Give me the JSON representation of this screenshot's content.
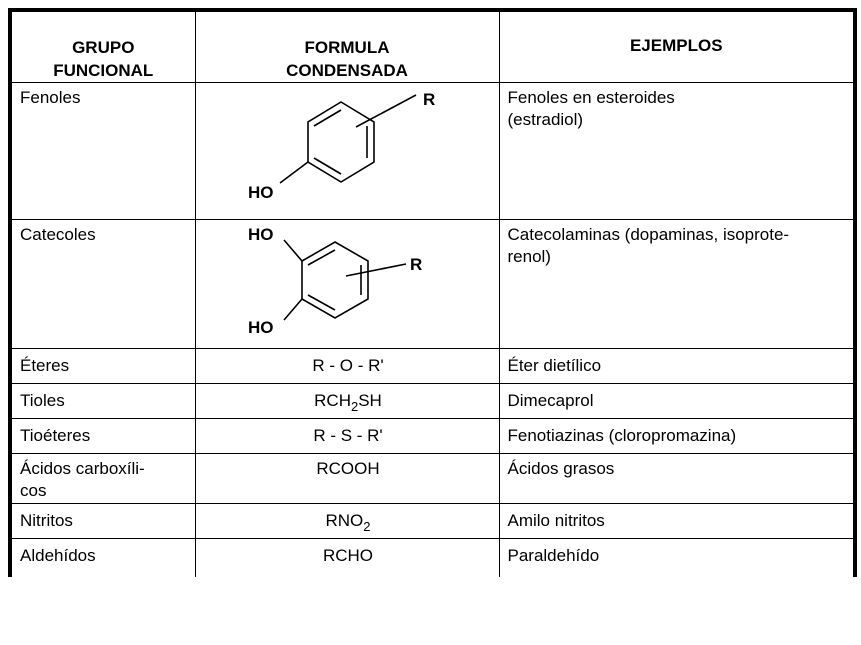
{
  "headers": {
    "col1": [
      "GRUPO",
      "FUNCIONAL"
    ],
    "col2": [
      "FORMULA",
      "CONDENSADA"
    ],
    "col3": "EJEMPLOS"
  },
  "rows": [
    {
      "grupo": "Fenoles",
      "formula_type": "structure",
      "formula_labels": {
        "r": "R",
        "ho1": "HO"
      },
      "ejemplos": "Fenoles en esteroides\n(estradiol)"
    },
    {
      "grupo": "Catecoles",
      "formula_type": "structure",
      "formula_labels": {
        "r": "R",
        "ho1": "HO",
        "ho2": "HO"
      },
      "ejemplos": "Catecolaminas (dopaminas, isoprote-\nrenol)"
    },
    {
      "grupo": "Éteres",
      "formula": "R - O - R'",
      "ejemplos": "Éter dietílico"
    },
    {
      "grupo": "Tioles",
      "formula_main": "RCH",
      "formula_sub": "2",
      "formula_tail": "SH",
      "ejemplos": "Dimecaprol"
    },
    {
      "grupo": "Tioéteres",
      "formula": "R - S - R'",
      "ejemplos": "Fenotiazinas (cloropromazina)"
    },
    {
      "grupo": "Ácidos carboxíli-\ncos",
      "formula": "RCOOH",
      "ejemplos": "Ácidos grasos"
    },
    {
      "grupo": "Nitritos",
      "formula_main": "RNO",
      "formula_sub": "2",
      "formula_tail": "",
      "ejemplos": "Amilo nitritos"
    },
    {
      "grupo": "Aldehídos",
      "formula": "RCHO",
      "ejemplos": "Paraldehído"
    }
  ]
}
